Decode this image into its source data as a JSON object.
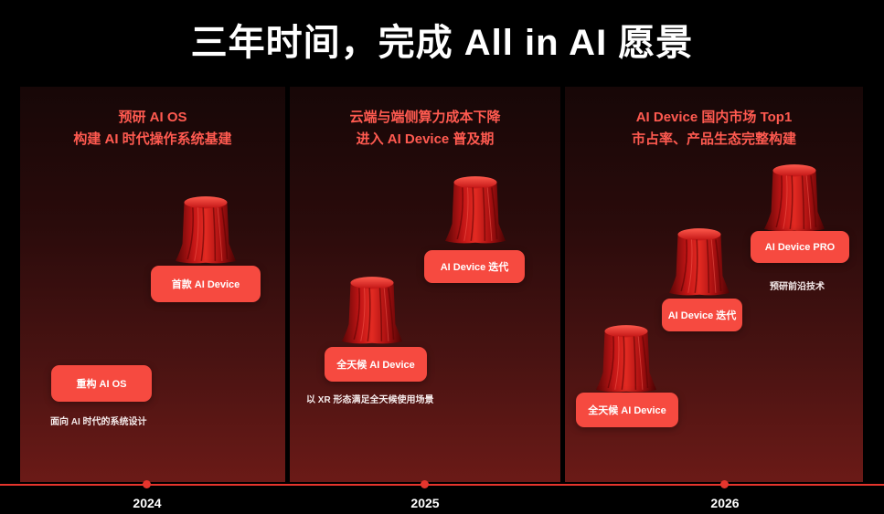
{
  "title": "三年时间，完成 All in AI 愿景",
  "columns": [
    {
      "heading_line1": "预研 AI OS",
      "heading_line2": "构建 AI 时代操作系统基建",
      "items": [
        {
          "label": "重构 AI OS",
          "caption": "面向 AI 时代的系统设计"
        },
        {
          "label": "首款 AI Device"
        }
      ]
    },
    {
      "heading_line1": "云端与端侧算力成本下降",
      "heading_line2": "进入 AI Device 普及期",
      "items": [
        {
          "label": "全天候 AI Device",
          "caption": "以 XR 形态满足全天候使用场景"
        },
        {
          "label": "AI Device  迭代"
        }
      ]
    },
    {
      "heading_line1": "AI Device 国内市场 Top1",
      "heading_line2": "市占率、产品生态完整构建",
      "items": [
        {
          "label": "全天候 AI Device"
        },
        {
          "label": "AI Device 迭代"
        },
        {
          "label": "AI Device PRO",
          "caption": "预研前沿技术"
        }
      ]
    }
  ],
  "timeline": {
    "years": [
      "2024",
      "2025",
      "2026"
    ]
  },
  "colors": {
    "accent": "#f64a40",
    "heading": "#ff5a50",
    "axis": "#e5352d",
    "background": "#000000"
  },
  "icons": [
    "draped-pedestal-icon"
  ]
}
